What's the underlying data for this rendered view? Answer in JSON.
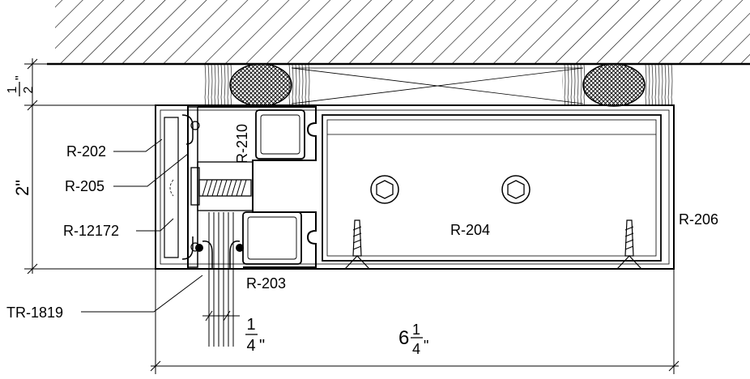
{
  "labels": {
    "r202": "R-202",
    "r205": "R-205",
    "r12172": "R-12172",
    "r210": "R-210",
    "r203": "R-203",
    "r204": "R-204",
    "r206": "R-206",
    "tr1819": "TR-1819"
  },
  "dimensions": {
    "top_gap": {
      "num": "1",
      "den": "2",
      "unit": "\""
    },
    "height": {
      "text": "2\""
    },
    "glass": {
      "num": "1",
      "den": "4",
      "unit": "\""
    },
    "width": {
      "whole": "6",
      "num": "1",
      "den": "4",
      "unit": "\""
    }
  }
}
